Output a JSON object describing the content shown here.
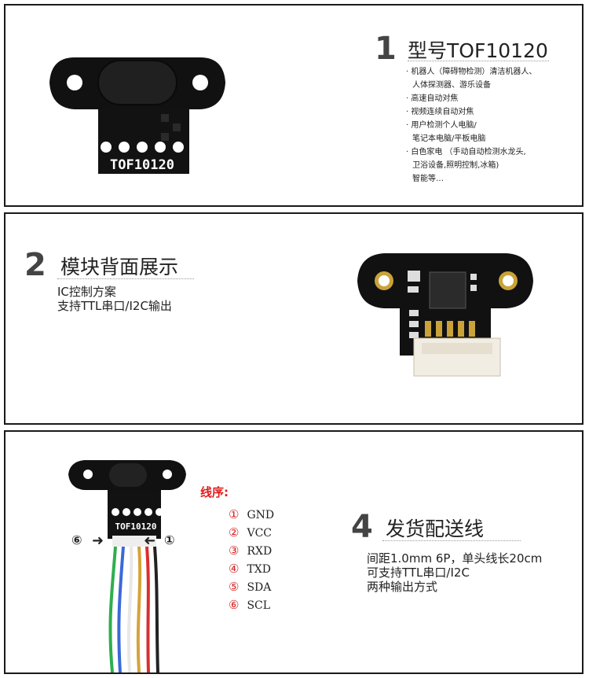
{
  "section1": {
    "number": "1",
    "title": "型号TOF10120",
    "features": [
      "· 机器人（障碍物检测）清洁机器人、",
      "人体探测器、游乐设备",
      "· 高速自动对焦",
      "· 视频连续自动对焦",
      "· 用户检测个人电脑/",
      "笔记本电脑/平板电脑",
      "· 白色家电 （手动自动检测水龙头,",
      "卫浴设备,照明控制,冰箱)",
      "智能等…"
    ],
    "board_label": "TOF10120"
  },
  "section2": {
    "number": "2",
    "title": "模块背面展示",
    "lines": [
      "IC控制方案",
      "支持TTL串口/I2C输出"
    ]
  },
  "section3": {
    "number": "4",
    "title": "发货配送线",
    "lines": [
      "间距1.0mm 6P，单头线长20cm",
      "可支持TTL串口/I2C",
      "两种输出方式"
    ],
    "wiring_title": "线序:",
    "pins": [
      {
        "num": "①",
        "name": "GND"
      },
      {
        "num": "②",
        "name": "VCC"
      },
      {
        "num": "③",
        "name": "RXD"
      },
      {
        "num": "④",
        "name": "TXD"
      },
      {
        "num": "⑤",
        "name": "SDA"
      },
      {
        "num": "⑥",
        "name": "SCL"
      }
    ],
    "arrow_left": "⑥",
    "arrow_right": "①",
    "board_label": "TOF10120"
  }
}
